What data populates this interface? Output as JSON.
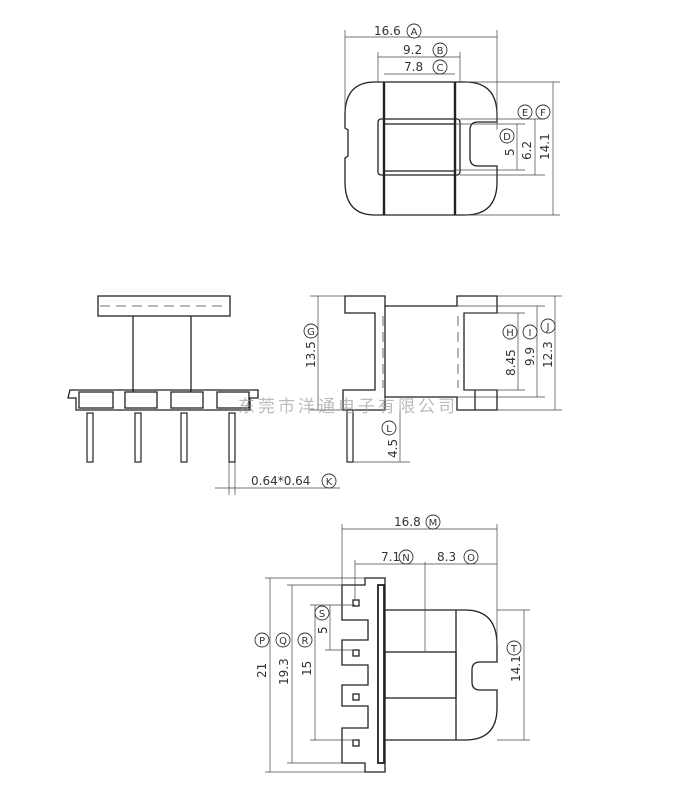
{
  "watermark": "东莞市洋通电子有限公司",
  "top_view": {
    "A": {
      "value": "16.6",
      "label": "A"
    },
    "B": {
      "value": "9.2",
      "label": "B"
    },
    "C": {
      "value": "7.8",
      "label": "C"
    },
    "D": {
      "value": "5",
      "label": "D"
    },
    "E": {
      "value": "6.2",
      "label": "E"
    },
    "F": {
      "value": "14.1",
      "label": "F"
    }
  },
  "side_view": {
    "G": {
      "value": "13.5",
      "label": "G"
    },
    "H": {
      "value": "8.45",
      "label": "H"
    },
    "I": {
      "value": "9.9",
      "label": "I"
    },
    "J": {
      "value": "12.3",
      "label": "J"
    },
    "K": {
      "value": "0.64*0.64",
      "label": "K"
    },
    "L": {
      "value": "4.5",
      "label": "L"
    }
  },
  "bottom_view": {
    "M": {
      "value": "16.8",
      "label": "M"
    },
    "N": {
      "value": "7.1",
      "label": "N"
    },
    "O": {
      "value": "8.3",
      "label": "O"
    },
    "P": {
      "value": "21",
      "label": "P"
    },
    "Q": {
      "value": "19.3",
      "label": "Q"
    },
    "R": {
      "value": "15",
      "label": "R"
    },
    "S": {
      "value": "5",
      "label": "S"
    },
    "T": {
      "value": "14.1",
      "label": "T"
    }
  }
}
